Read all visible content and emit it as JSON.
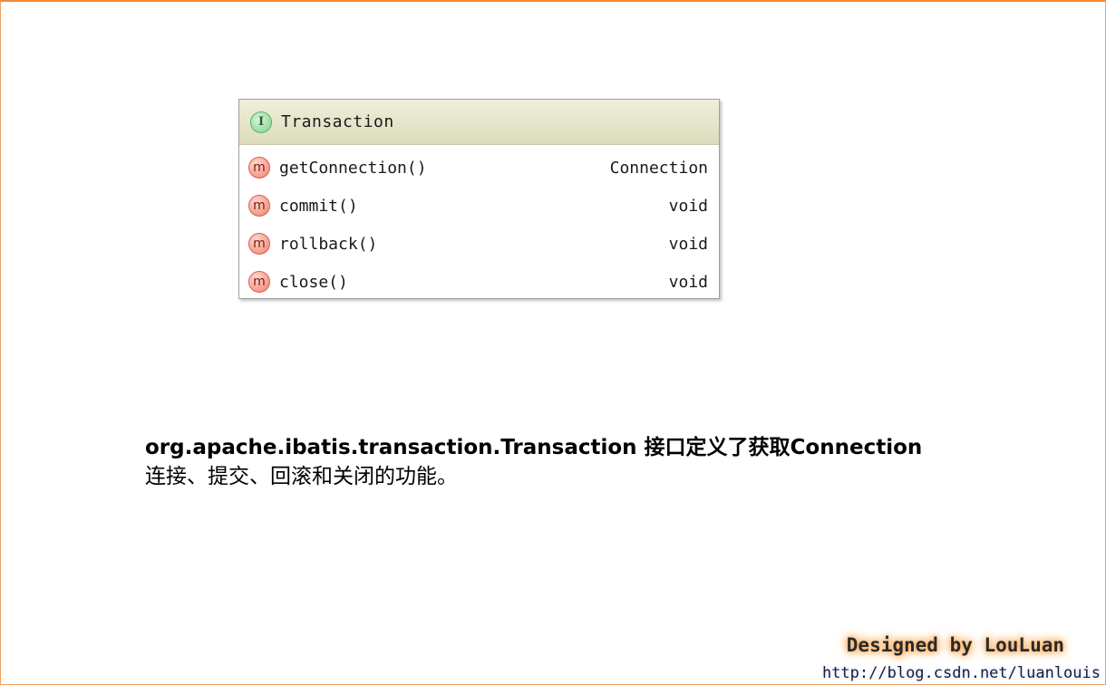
{
  "diagram": {
    "interface": {
      "icon": "interface-icon",
      "icon_letter": "I",
      "name": "Transaction"
    },
    "methods": [
      {
        "icon": "method-icon",
        "icon_letter": "m",
        "name": "getConnection()",
        "return_type": "Connection"
      },
      {
        "icon": "method-icon",
        "icon_letter": "m",
        "name": "commit()",
        "return_type": "void"
      },
      {
        "icon": "method-icon",
        "icon_letter": "m",
        "name": "rollback()",
        "return_type": "void"
      },
      {
        "icon": "method-icon",
        "icon_letter": "m",
        "name": "close()",
        "return_type": "void"
      }
    ]
  },
  "description": {
    "line1": "org.apache.ibatis.transaction.Transaction 接口定义了获取Connection",
    "line2": "连接、提交、回滚和关闭的功能。"
  },
  "footer": {
    "designed_by": "Designed by LouLuan",
    "url": "http://blog.csdn.net/luanlouis"
  },
  "colors": {
    "frame_border": "#f08a3a",
    "header_bg": "#e6e6cc",
    "interface_icon": "#7fd08a",
    "method_icon": "#f0806e"
  }
}
